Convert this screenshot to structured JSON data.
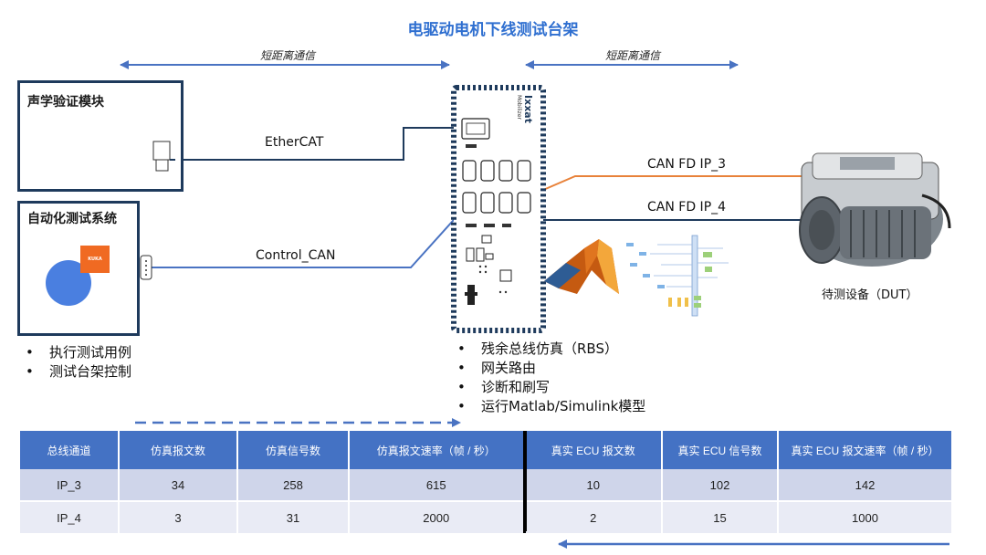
{
  "title": "电驱动电机下线测试台架",
  "short_range_left": "短距离通信",
  "short_range_right": "短距离通信",
  "acoustic_module": {
    "title": "声学验证模块"
  },
  "automation_system": {
    "title": "自动化测试系统",
    "kuka_logo_text": "KUKA"
  },
  "buses": {
    "ethercat": "EtherCAT",
    "control_can": "Control_CAN",
    "canfd_ip3": "CAN FD IP_3",
    "canfd_ip4": "CAN FD IP_4"
  },
  "gateway_device": {
    "brand": "Ixxat",
    "model": "Mobilizer"
  },
  "dut_label": "待测设备（DUT）",
  "left_bullets": [
    "执行测试用例",
    "测试台架控制"
  ],
  "center_bullets": [
    "残余总线仿真（RBS）",
    "网关路由",
    "诊断和刷写",
    "运行Matlab/Simulink模型"
  ],
  "bullet_symbol": "•",
  "colors": {
    "title": "#2f6fd0",
    "arrow": "#4a73c2",
    "can_orange": "#e8823a",
    "table_header": "#4472c4"
  },
  "table": {
    "headers": [
      "总线通道",
      "仿真报文数",
      "仿真信号数",
      "仿真报文速率（帧 / 秒）",
      "真实 ECU 报文数",
      "真实 ECU 信号数",
      "真实 ECU 报文速率（帧 / 秒）"
    ],
    "rows": [
      [
        "IP_3",
        "34",
        "258",
        "615",
        "10",
        "102",
        "142"
      ],
      [
        "IP_4",
        "3",
        "31",
        "2000",
        "2",
        "15",
        "1000"
      ]
    ]
  }
}
